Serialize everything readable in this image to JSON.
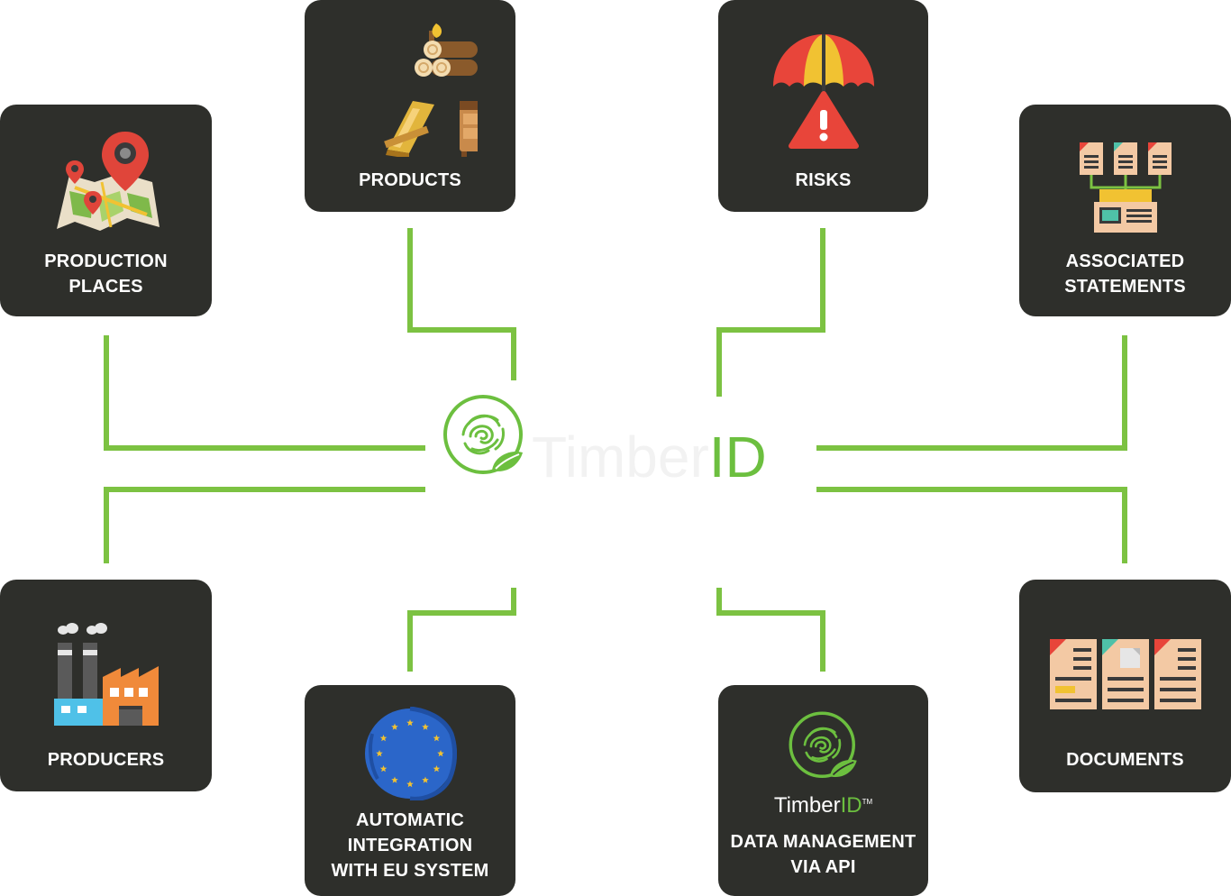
{
  "colors": {
    "card": "#2e2f2b",
    "connector": "#7cc242",
    "brand_green": "#6cbf3f"
  },
  "hub": {
    "logo_icon": "fingerprint-leaf-icon",
    "title_part1": "Timber",
    "title_part2": "ID",
    "subtitle_line1": "",
    "subtitle_line2": ""
  },
  "cards": {
    "production_places": {
      "label": "PRODUCTION\nPLACES",
      "icon": "map-pin-icon"
    },
    "products": {
      "label": "PRODUCTS",
      "icon": "wood-products-icon"
    },
    "risks": {
      "label": "RISKS",
      "icon": "umbrella-warning-icon"
    },
    "associated_statements": {
      "label": "ASSOCIATED\nSTATEMENTS",
      "icon": "linked-documents-icon"
    },
    "producers": {
      "label": "PRODUCERS",
      "icon": "factory-icon"
    },
    "eu_integration": {
      "label": "AUTOMATIC\nINTEGRATION\nWITH EU SYSTEM",
      "icon": "eu-flag-icon"
    },
    "data_management": {
      "label": "DATA MANAGEMENT\nVIA API",
      "icon": "timberid-logo-icon",
      "brand_part1": "Timber",
      "brand_part2": "ID",
      "brand_tm": "TM"
    },
    "documents": {
      "label": "DOCUMENTS",
      "icon": "documents-icon"
    }
  }
}
